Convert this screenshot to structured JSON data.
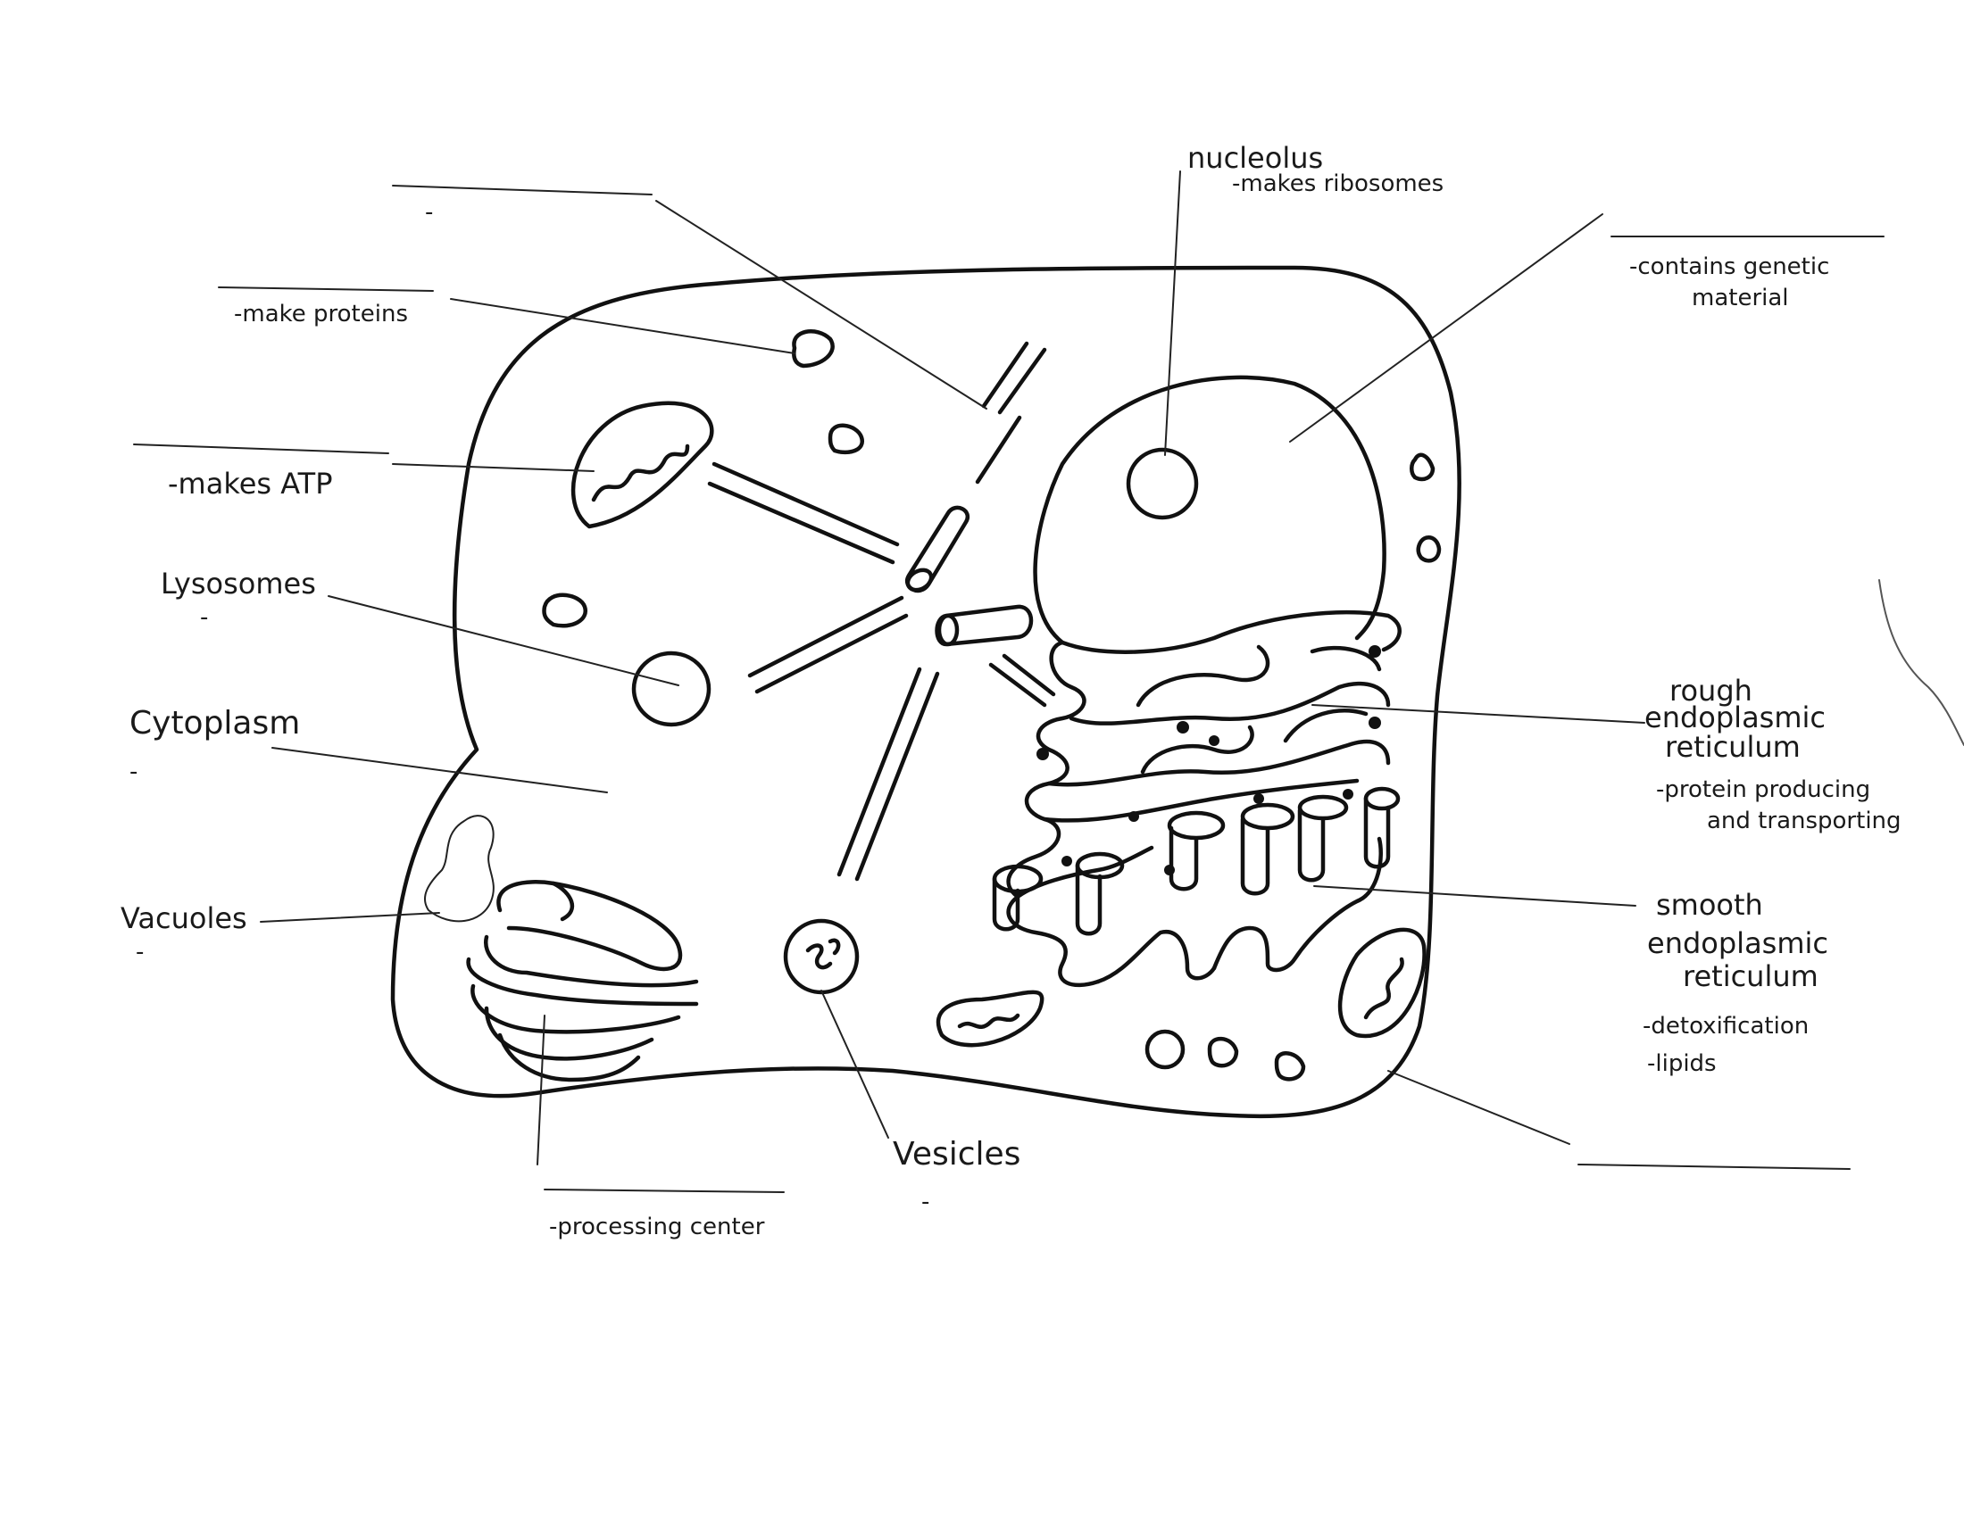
{
  "labels": {
    "nucleolus": {
      "title": "nucleolus",
      "desc": "-makes ribosomes"
    },
    "nucleus": {
      "desc_line1": "-contains genetic",
      "desc_line2": "material"
    },
    "centrioles": {
      "desc": "-"
    },
    "ribosomes": {
      "desc": "-make proteins"
    },
    "mitochondria": {
      "desc": "-makes ATP"
    },
    "lysosomes": {
      "title": "Lysosomes",
      "desc": "-"
    },
    "cytoplasm": {
      "title": "Cytoplasm",
      "desc": "-"
    },
    "vacuoles": {
      "title": "Vacuoles",
      "desc": "-"
    },
    "golgi": {
      "desc": "-processing center"
    },
    "vesicles": {
      "title": "Vesicles",
      "desc": "-"
    },
    "rough_er": {
      "title_line1": "rough",
      "title_line2": "endoplasmic",
      "title_line3": "reticulum",
      "desc_line1": "-protein producing",
      "desc_line2": "and transporting"
    },
    "smooth_er": {
      "title_line1": "smooth",
      "title_line2": "endoplasmic",
      "title_line3": "reticulum",
      "desc_line1": "-detoxification",
      "desc_line2": "-lipids"
    },
    "cell_membrane": {
      "desc": ""
    }
  }
}
